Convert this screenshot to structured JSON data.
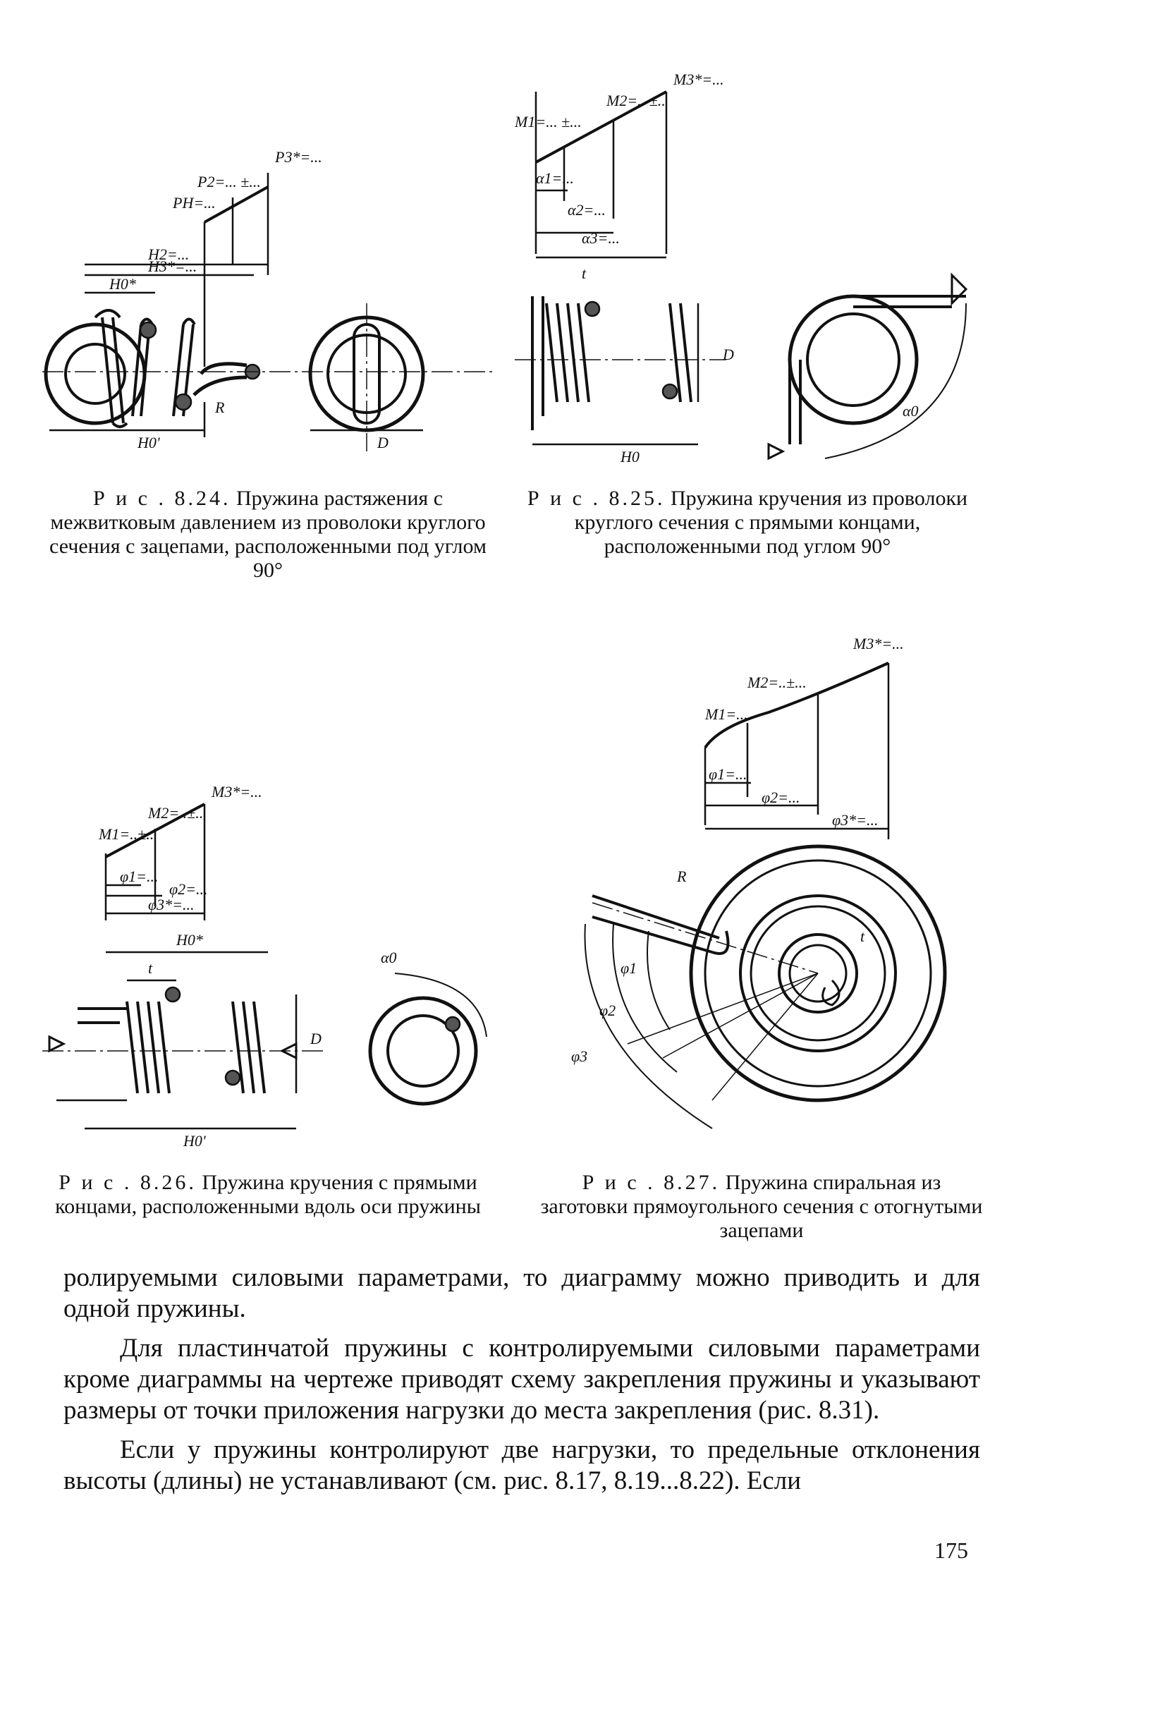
{
  "figures": [
    {
      "id": "8.24",
      "caption_num": "Р и с . 8.24.",
      "caption_text": "Пружина растяжения с межвитковым давлением из проволоки круглого сечения с зацепами, расположенными под углом 90°",
      "labels": {
        "p3": "P3*=...",
        "p2": "P2=... ±...",
        "ph": "PH=...",
        "h2": "H2=...",
        "h3": "H3*=...",
        "h0s": "H0*",
        "h0p": "H0'",
        "d": "D",
        "r": "R"
      }
    },
    {
      "id": "8.25",
      "caption_num": "Р и с . 8.25.",
      "caption_text": "Пружина кручения из проволоки круглого сечения с прямыми концами, расположенными под углом 90°",
      "labels": {
        "m3": "M3*=...",
        "m2": "M2=.. ±..",
        "m1": "M1=... ±...",
        "a1": "α1=...",
        "a2": "α2=...",
        "a3": "α3=...",
        "t": "t",
        "d": "D",
        "h0": "H0",
        "a0": "α0"
      }
    },
    {
      "id": "8.26",
      "caption_num": "Р и с . 8.26.",
      "caption_text": "Пружина кручения с прямыми концами, расположенными вдоль оси пружины",
      "labels": {
        "m3": "M3*=...",
        "m2": "M2=..±..",
        "m1": "M1=..±..",
        "f1": "φ1=...",
        "f2": "φ2=...",
        "f3": "φ3*=...",
        "h0s": "H0*",
        "t": "t",
        "d": "D",
        "h0p": "H0'",
        "a0": "α0"
      }
    },
    {
      "id": "8.27",
      "caption_num": "Р и с . 8.27.",
      "caption_text": "Пружина спиральная из заготовки прямоугольного сечения с отогнутыми зацепами",
      "labels": {
        "m3": "M3*=...",
        "m2": "M2=..±...",
        "m1": "M1=...",
        "f1": "φ1=...",
        "f2": "φ2=...",
        "f3": "φ3*=...",
        "r": "R",
        "t": "t",
        "ph1": "φ1",
        "ph2": "φ2",
        "ph3": "φ3"
      }
    }
  ],
  "body": {
    "p1": "ролируемыми силовыми параметрами, то диаграмму можно приводить и для одной пружины.",
    "p2": "Для пластинчатой пружины с контролируемыми силовыми параметрами кроме диаграммы на чертеже приводят схему закрепления пружины и указывают размеры от точки приложения нагрузки до места закрепления (рис. 8.31).",
    "p3": "Если у пружины контролируют две нагрузки, то предельные отклонения высоты (длины) не устанавливают (см. рис. 8.17, 8.19...8.22). Если"
  },
  "page_number": "175"
}
